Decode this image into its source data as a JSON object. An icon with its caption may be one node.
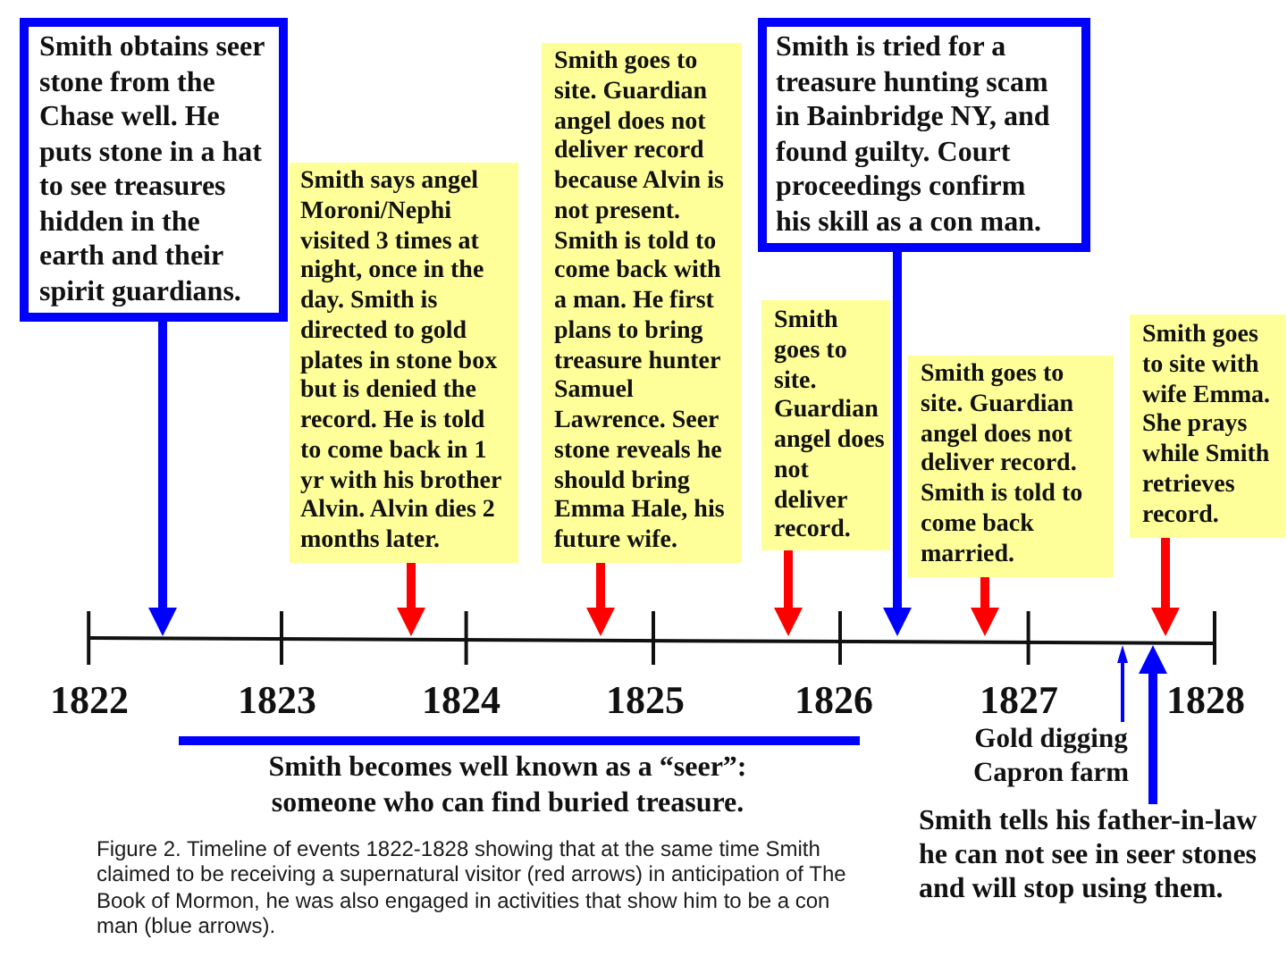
{
  "diagram": {
    "caption": "Figure 2. Timeline of events 1822-1828 showing that at the same time Smith claimed to be receiving a supernatural visitor (red arrows) in anticipation of The Book of Mormon, he was also engaged in activities that show him to be a con man (blue arrows).",
    "nodes": [
      {
        "text": [
          "Smith obtains seer stone from the Chase well. He puts stone in a hat to see treasures hidden in the earth and their spirit guardians."
        ]
      },
      {
        "text": [
          "Smith says angel Moroni/Nephi visited 3 times at night, once in the day. Smith is directed to gold plates in stone box but is denied the record. He is told to come back in 1 yr with his brother Alvin. Alvin dies 2 months later."
        ]
      },
      {
        "text": [
          "Smith goes to site. Guardian angel does not deliver record because Alvin is not present. Smith is told to come back with a man. He first plans to bring treasure hunter Samuel Lawrence. Seer stone reveals he should bring Emma Hale, his future wife."
        ]
      },
      {
        "text": [
          "Smith is tried for a treasure hunting scam in Bainbridge NY, and found guilty. Court proceedings confirm his skill as a con man."
        ]
      },
      {
        "text": [
          "Smith goes to site. Guardian angel does not deliver record."
        ]
      },
      {
        "text": [
          "Smith goes to site. Guardian angel does not deliver record. Smith is told to come back married."
        ]
      },
      {
        "text": [
          "Smith goes to site with wife Emma. She prays while Smith retrieves record."
        ]
      },
      {
        "text": [],
        "shape": "line"
      },
      {
        "text": [
          "Gold digging Capron farm"
        ]
      },
      {
        "text": [
          "Smith tells his father-in-law he can not see in seer stones and will stop using them."
        ]
      }
    ],
    "edges": [
      {
        "from": 0,
        "to": 7,
        "arrow": "to",
        "color": "#0000ff"
      },
      {
        "from": 1,
        "to": 7,
        "arrow": "to"
      },
      {
        "from": 2,
        "to": 7,
        "arrow": "to"
      },
      {
        "from": 4,
        "to": 7,
        "arrow": "to"
      },
      {
        "from": 3,
        "to": 7,
        "arrow": "to",
        "color": "#0000ff"
      },
      {
        "from": 5,
        "to": 7,
        "arrow": "to"
      },
      {
        "from": 6,
        "to": 7,
        "arrow": "to"
      },
      {
        "from": 8,
        "to": 7,
        "arrow": "to",
        "color": "#0000ff"
      },
      {
        "from": 9,
        "to": 7,
        "arrow": "to",
        "color": "#0000ff"
      }
    ],
    "labels": [
      "1822",
      "1823",
      "1824",
      "1825",
      "1826",
      "1827",
      "1828",
      "Smith becomes well known as a “seer”: someone who can find buried treasure."
    ]
  }
}
